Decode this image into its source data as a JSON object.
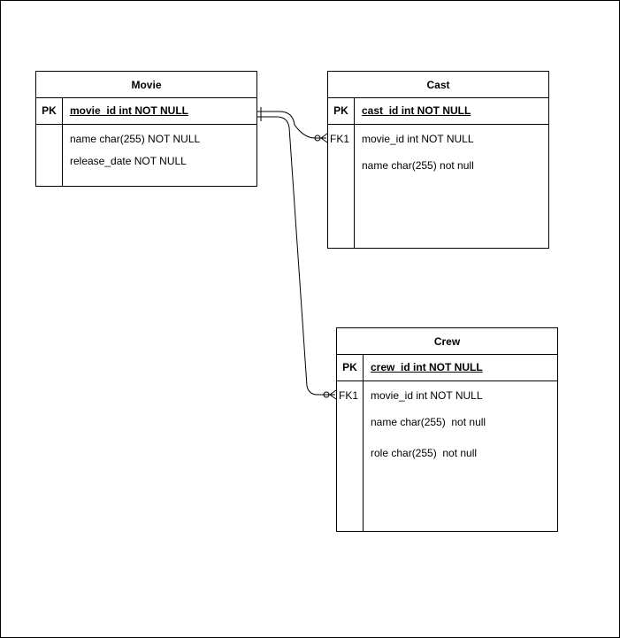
{
  "tables": {
    "movie": {
      "title": "Movie",
      "pk_key": "PK",
      "pk_field": "movie_id int NOT NULL",
      "fields": [
        "name char(255) NOT NULL",
        "release_date NOT NULL"
      ]
    },
    "cast": {
      "title": "Cast",
      "pk_key": "PK",
      "pk_field": "cast_id int NOT NULL",
      "fk_key": "FK1",
      "fields": [
        "movie_id int NOT NULL",
        "name char(255) not null"
      ]
    },
    "crew": {
      "title": "Crew",
      "pk_key": "PK",
      "pk_field": "crew_id int NOT NULL",
      "fk_key": "FK1",
      "fields": [
        "movie_id int NOT NULL",
        "name char(255)  not null",
        "role char(255)  not null"
      ]
    }
  },
  "relationships": [
    {
      "from": "Movie.movie_id",
      "to": "Cast.movie_id",
      "from_cardinality": "one-and-only-one",
      "to_cardinality": "zero-or-many"
    },
    {
      "from": "Movie.movie_id",
      "to": "Crew.movie_id",
      "from_cardinality": "one-and-only-one",
      "to_cardinality": "zero-or-many"
    }
  ]
}
